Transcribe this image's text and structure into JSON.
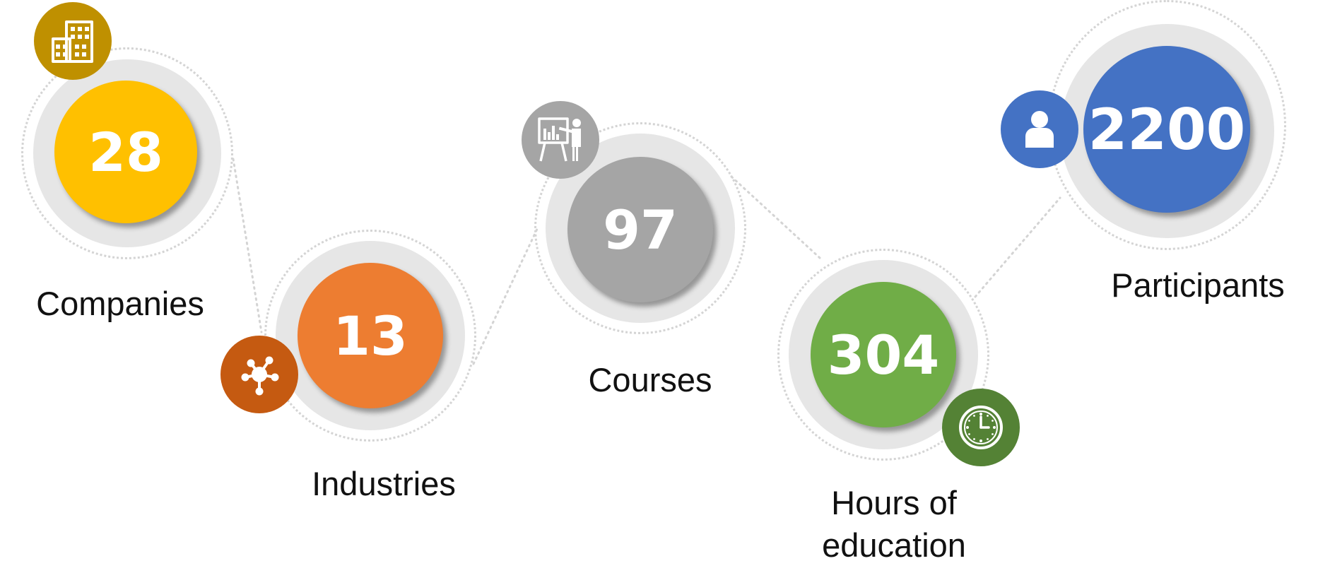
{
  "stats": [
    {
      "value": "28",
      "label": "Companies",
      "color": "#FFC000",
      "badge_color": "#BF9000",
      "icon": "building-icon"
    },
    {
      "value": "13",
      "label": "Industries",
      "color": "#ED7D31",
      "badge_color": "#C55A11",
      "icon": "network-hub-icon"
    },
    {
      "value": "97",
      "label": "Courses",
      "color": "#A5A5A5",
      "badge_color": "#A5A5A5",
      "icon": "presentation-board-icon"
    },
    {
      "value": "304",
      "label": "Hours of education",
      "color": "#70AD47",
      "badge_color": "#548235",
      "icon": "clock-icon"
    },
    {
      "value": "2200",
      "label": "Participants",
      "color": "#4472C4",
      "badge_color": "#4472C4",
      "icon": "person-icon"
    }
  ],
  "colors": {
    "halo": "#E6E6E6",
    "dotted": "#D4D4D4",
    "text": "#111111"
  }
}
